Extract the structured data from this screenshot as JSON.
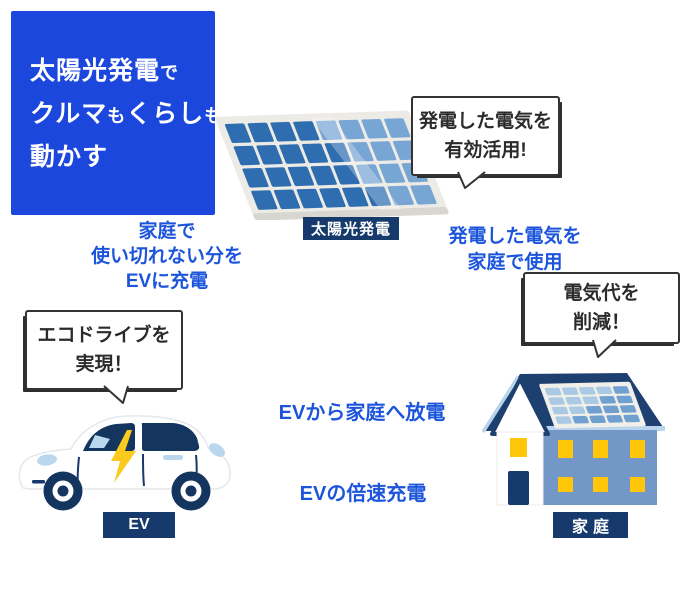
{
  "title_card": {
    "line1_main": "太陽光発電",
    "line1_particle": "で",
    "line2_seg1": "クルマ",
    "line2_seg2": "も",
    "line2_seg3": "くらし",
    "line2_seg4": "も",
    "line3": "動かす"
  },
  "labels": {
    "solar_panel": "太陽光発電",
    "ev": "EV",
    "home": "家庭"
  },
  "bubbles": {
    "top": {
      "line1": "発電した電気を",
      "line2": "有効活用!"
    },
    "right": {
      "line1": "電気代を",
      "line2": "削減！"
    },
    "left": {
      "line1": "エコドライブを",
      "line2": "実現！"
    }
  },
  "flows": {
    "surplus_line1": "家庭で",
    "surplus_line2": "使い切れない分を",
    "surplus_line3": "EVに充電",
    "tohome_line1": "発電した電気を",
    "tohome_line2": "家庭で使用",
    "discharge": "EVから家庭へ放電",
    "fastcharge": "EVの倍速充電"
  },
  "colors": {
    "title_card_bg": "#1c47dd",
    "flow_text_blue": "#1c55dc",
    "navy": "#163a6c",
    "roof_navy": "#1e4070",
    "panel_cell_dark": "#2e6eb0",
    "panel_cell_light": "#78a6d4",
    "house_cell_dark": "#6fa0d0",
    "house_cell_light": "#a9c9e4",
    "house_wall_blue": "#7397c6",
    "window_yellow": "#ffc60a",
    "bolt_yellow": "#facb1e",
    "accent_lightblue": "#bbd7ee"
  }
}
